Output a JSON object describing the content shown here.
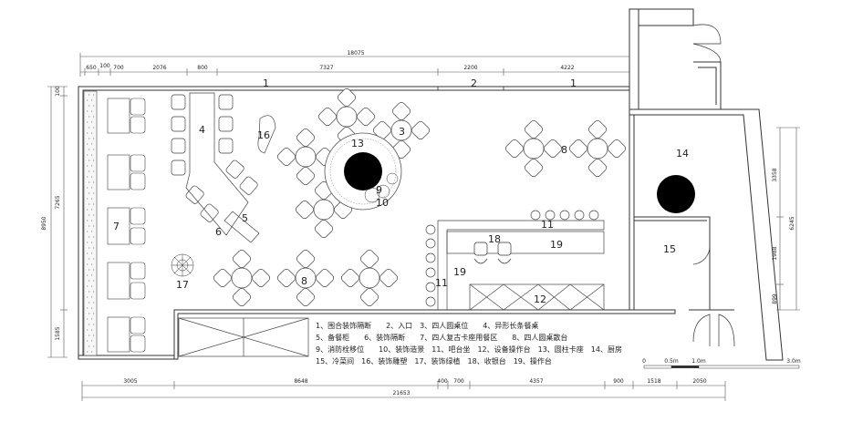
{
  "dimensions": {
    "top_total": "18075",
    "top_segments": [
      "650",
      "100",
      "700",
      "2076",
      "800",
      "7327",
      "2200",
      "4222"
    ],
    "bottom_segments": [
      "3005",
      "8648",
      "400",
      "700",
      "4357",
      "900",
      "1518",
      "2050"
    ],
    "bottom_total": "21653",
    "left_total": "8950",
    "left_segments": [
      "100",
      "7265",
      "1585"
    ],
    "right_segments": [
      "3358",
      "1988",
      "899"
    ],
    "right_total": "6245"
  },
  "zone_labels": {
    "z1a": "1",
    "z1b": "1",
    "z2": "2",
    "z3": "3",
    "z4": "4",
    "z5": "5",
    "z6": "6",
    "z7": "7",
    "z8a": "8",
    "z8b": "8",
    "z9": "9",
    "z10": "10",
    "z11a": "11",
    "z11b": "11",
    "z12": "12",
    "z13": "13",
    "z14": "14",
    "z15": "15",
    "z16": "16",
    "z17": "17",
    "z18": "18",
    "z19a": "19",
    "z19b": "19"
  },
  "legend": [
    "1、围合装饰隔断　　2、入口　3、四人圆桌位　　4、异形长条餐桌",
    "5、备餐柜　　6、装饰隔断　　7、四人复古卡座用餐区　　8、四人圆桌散台",
    "9、消防栓移位　　10、装饰造景　11、吧台坐　12、设备操作台　13、圆柱卡座　14、厨房",
    "15、冷菜间　16、装饰雕塑　17、装饰绿植　18、收银台　19、操作台"
  ],
  "scale_bar": {
    "ticks": [
      "0",
      "0.5m",
      "1.0m",
      "3.0m"
    ]
  }
}
